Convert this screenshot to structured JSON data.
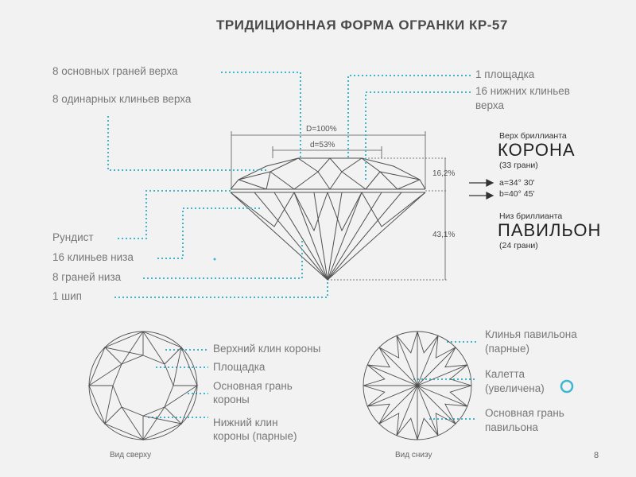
{
  "title": "ТРИДИЦИОННАЯ ФОРМА ОГРАНКИ КР-57",
  "side_view": {
    "left_labels": {
      "top_main": "8 основных граней верха",
      "top_wedges": "8 одинарных клиньев верха",
      "girdle": "Рундист",
      "bottom_wedges": "16 клиньев низа",
      "bottom_faces": "8 граней низа",
      "culet": "1 шип"
    },
    "right_labels": {
      "table": "1 площадка",
      "lower_wedges_line1": "16 нижних клиньев",
      "lower_wedges_line2": "верха"
    },
    "dimensions": {
      "D": "D=100%",
      "d": "d=53%",
      "crown_height": "16,2%",
      "pavilion_depth": "43,1%"
    },
    "angles": {
      "a": "a=34° 30'",
      "b": "b=40° 45'"
    },
    "crown": {
      "caption": "Верх бриллианта",
      "name": "КОРОНА",
      "facets": "(33 грани)"
    },
    "pavilion": {
      "caption": "Низ бриллианта",
      "name": "ПАВИЛЬОН",
      "facets": "(24 грани)"
    }
  },
  "top_view": {
    "labels": {
      "upper_wedge": "Верхний клин короны",
      "table": "Площадка",
      "main_face_line1": "Основная грань",
      "main_face_line2": "короны",
      "lower_wedge_line1": "Нижний клин",
      "lower_wedge_line2": "короны (парные)"
    },
    "caption": "Вид сверху"
  },
  "bottom_view": {
    "labels": {
      "pavilion_wedges_line1": "Клинья павильона",
      "pavilion_wedges_line2": "(парные)",
      "culet_line1": "Калетта",
      "culet_line2": "(увеличена)",
      "main_face_line1": "Основная грань",
      "main_face_line2": "павильона"
    },
    "caption": "Вид снизу"
  },
  "page_number": "8",
  "colors": {
    "accent": "#3fb6cf",
    "line": "#4a4a4a",
    "text": "#777777"
  }
}
